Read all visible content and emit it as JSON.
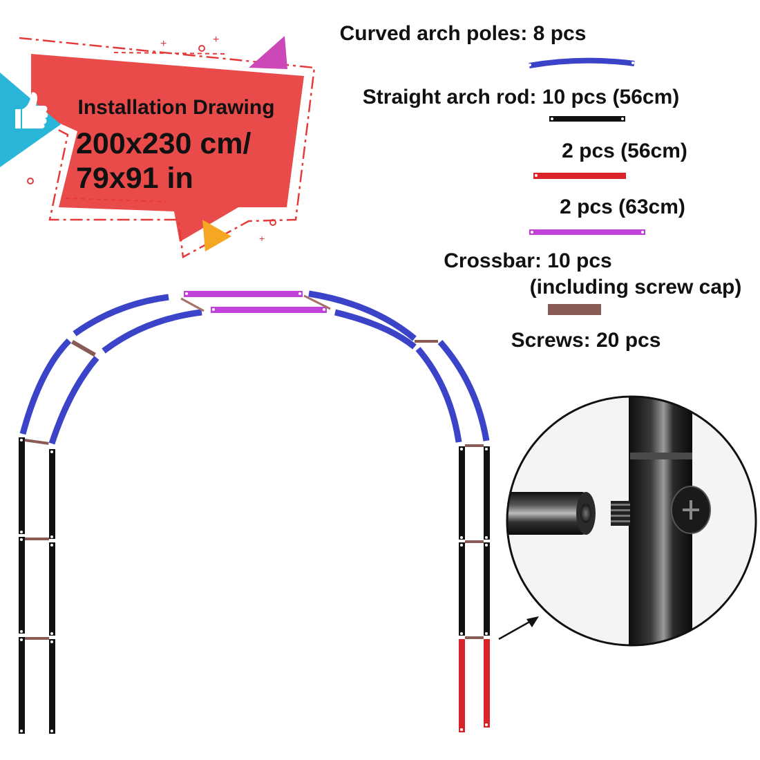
{
  "banner": {
    "title": "Installation Drawing",
    "size_line1": "200x230 cm/",
    "size_line2": "79x91 in"
  },
  "legend": {
    "curved_poles": "Curved arch poles: 8 pcs",
    "straight_rod": "Straight arch rod: 10 pcs (56cm)",
    "red_rods": "2 pcs (56cm)",
    "purple_rods": "2 pcs (63cm)",
    "crossbar_line1": "Crossbar: 10 pcs",
    "crossbar_line2": "(including screw cap)",
    "screws": "Screws: 20 pcs"
  },
  "colors": {
    "curved_pole": "#3b44c9",
    "straight_rod": "#111111",
    "red_rod": "#d9232a",
    "purple_rod": "#c042d8",
    "crossbar": "#8a5a55",
    "banner_red": "#e94a4a",
    "banner_outline": "#e53a3a",
    "thumb_cyan": "#29b6d8",
    "triangle_magenta": "#cc47b8",
    "triangle_orange": "#f5a623",
    "detail_tube": "#1c1c1c"
  },
  "icons": {
    "thumb": "thumbs-up-icon",
    "arrow": "pointer-arrow-icon"
  }
}
